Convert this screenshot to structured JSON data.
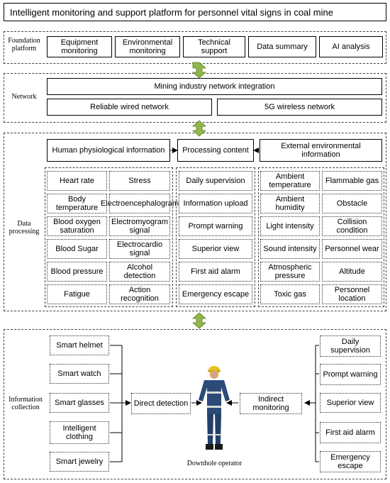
{
  "title": "Intelligent monitoring and support platform for personnel vital signs in coal mine",
  "foundation": {
    "label": "Foundation platform",
    "items": [
      "Equipment monitoring",
      "Environmental monitoring",
      "Technical support",
      "Data summary",
      "AI analysis"
    ]
  },
  "network": {
    "label": "Network",
    "integration": "Mining industry network integration",
    "wired": "Reliable wired network",
    "wireless": "5G wireless network"
  },
  "data_processing": {
    "label": "Data processing",
    "human_header": "Human physiological information",
    "processing_header": "Processing content",
    "external_header": "External environmental information",
    "human_rows": [
      [
        "Heart rate",
        "Stress"
      ],
      [
        "Body temperature",
        "Electroencephalogram"
      ],
      [
        "Blood oxygen saturation",
        "Electromyogram signal"
      ],
      [
        "Blood Sugar",
        "Electrocardio signal"
      ],
      [
        "Blood pressure",
        "Alcohol detection"
      ],
      [
        "Fatigue",
        "Action recognition"
      ]
    ],
    "processing_rows": [
      "Daily supervision",
      "Information upload",
      "Prompt warning",
      "Superior view",
      "First aid alarm",
      "Emergency escape"
    ],
    "external_rows": [
      [
        "Ambient temperature",
        "Flammable gas"
      ],
      [
        "Ambient humidity",
        "Obstacle"
      ],
      [
        "Light intensity",
        "Collision condition"
      ],
      [
        "Sound intensity",
        "Personnel wear"
      ],
      [
        "Atmospheric pressure",
        "Altitude"
      ],
      [
        "Toxic gas",
        "Personnel location"
      ]
    ]
  },
  "information_collection": {
    "label": "Information collection",
    "devices": [
      "Smart helmet",
      "Smart watch",
      "Smart glasses",
      "Intelligent clothing",
      "Smart jewelry"
    ],
    "direct": "Direct detection",
    "indirect": "Indirect monitoring",
    "operator_caption": "Downhole operator",
    "services": [
      "Daily supervision",
      "Prompt warning",
      "Superior view",
      "First aid alarm",
      "Emergency escape"
    ]
  },
  "colors": {
    "arrow_green": "#8fb84a",
    "arrow_dark": "#5a7a22",
    "worker_suit": "#2b4a78",
    "helmet": "#e8c21a"
  }
}
